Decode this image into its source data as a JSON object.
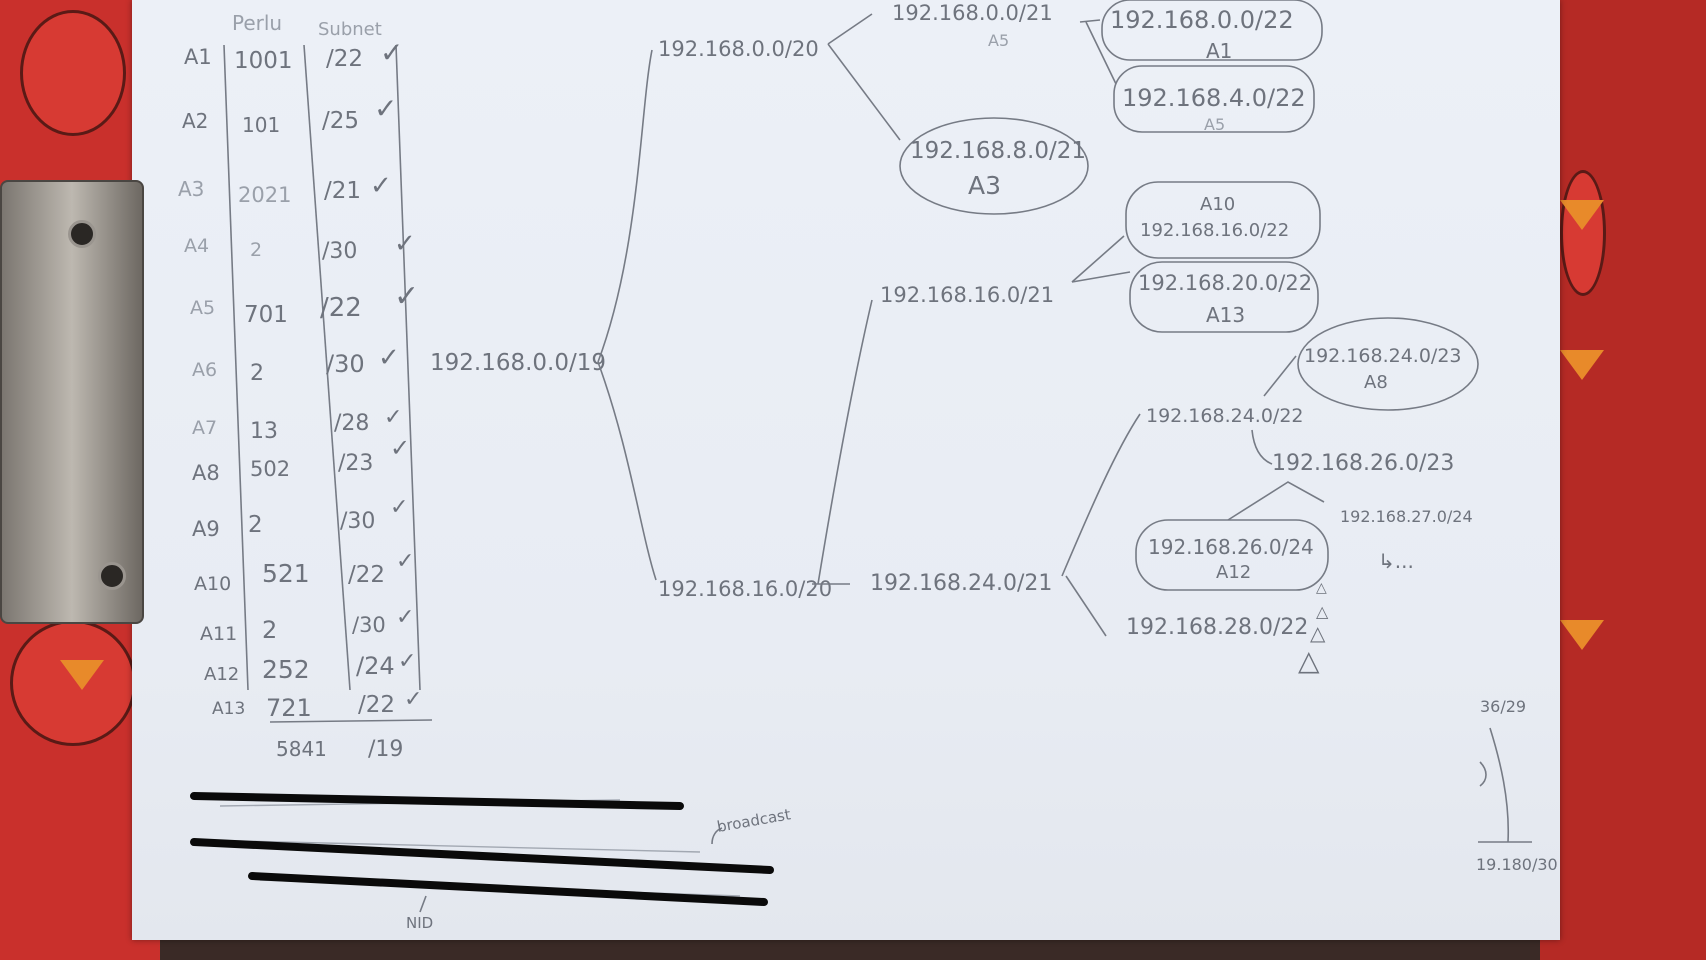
{
  "table": {
    "header": {
      "perlu": "Perlu",
      "subnet": "Subnet"
    },
    "rows": [
      {
        "name": "A1",
        "need": "1001",
        "mask": "/22"
      },
      {
        "name": "A2",
        "need": "101",
        "mask": "/25"
      },
      {
        "name": "A3",
        "need": "2021",
        "mask": "/21"
      },
      {
        "name": "A4",
        "need": "2",
        "mask": "/30"
      },
      {
        "name": "A5",
        "need": "701",
        "mask": "/22"
      },
      {
        "name": "A6",
        "need": "2",
        "mask": "/30"
      },
      {
        "name": "A7",
        "need": "13",
        "mask": "/28"
      },
      {
        "name": "A8",
        "need": "502",
        "mask": "/23"
      },
      {
        "name": "A9",
        "need": "2",
        "mask": "/30"
      },
      {
        "name": "A10",
        "need": "521",
        "mask": "/22"
      },
      {
        "name": "A11",
        "need": "2",
        "mask": "/30"
      },
      {
        "name": "A12",
        "need": "252",
        "mask": "/24"
      },
      {
        "name": "A13",
        "need": "721",
        "mask": "/22"
      }
    ],
    "total": {
      "need": "5841",
      "mask": "/19"
    },
    "check": "✓"
  },
  "tree": {
    "root": "192.168.0.0/19",
    "l2_top": "192.168.0.0/20",
    "l2_bottom": "192.168.16.0/20",
    "l3_a": "192.168.0.0/21",
    "l3_a_sub": "A5",
    "l3_b_label": "192.168.8.0/21",
    "l3_b_tag": "A3",
    "l4_a_label": "192.168.0.0/22",
    "l4_a_tag": "A1",
    "l4_b_label": "192.168.4.0/22",
    "l4_b_tag": "A5",
    "l3_c": "192.168.16.0/21",
    "a10_tag": "A10",
    "a10_label": "192.168.16.0/22",
    "a13_label": "192.168.20.0/22",
    "a13_tag": "A13",
    "l3_d": "192.168.24.0/21",
    "l4_c": "192.168.24.0/22",
    "a8_label": "192.168.24.0/23",
    "a8_tag": "A8",
    "l5_a": "192.168.26.0/23",
    "a12_label": "192.168.26.0/24",
    "a12_tag": "A12",
    "l6_right": "192.168.27.0/24",
    "continuation": "↳...",
    "l4_d": "192.168.28.0/22",
    "triangle": "△"
  },
  "notes": {
    "broadcast": "broadcast",
    "nid": "NID",
    "corner_top": "36/29",
    "corner_bottom": "19.180/30"
  }
}
